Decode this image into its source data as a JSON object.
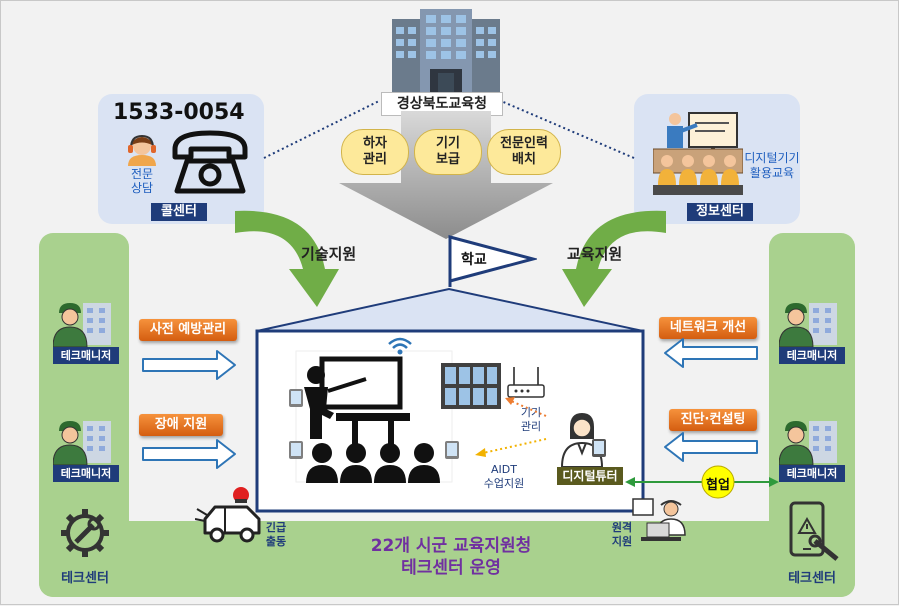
{
  "office": {
    "name": "경상북도교육청"
  },
  "pills": [
    {
      "line1": "하자",
      "line2": "관리"
    },
    {
      "line1": "기기",
      "line2": "보급"
    },
    {
      "line1": "전문인력",
      "line2": "배치"
    }
  ],
  "call_center": {
    "phone": "1533-0054",
    "consult_line1": "전문",
    "consult_line2": "상담",
    "label": "콜센터"
  },
  "info_center": {
    "edu_line1": "디지털기기",
    "edu_line2": "활용교육",
    "label": "정보센터"
  },
  "flows": {
    "tech_support": "기술지원",
    "edu_support": "교육지원"
  },
  "school": {
    "flag": "학교"
  },
  "left_actions": {
    "prevention": "사전 예방관리",
    "fault": "장애 지원"
  },
  "right_actions": {
    "network": "네트워크 개선",
    "consulting": "진단·컨설팅"
  },
  "tech_manager": {
    "label": "테크매니저"
  },
  "tech_center": {
    "label": "테크센터"
  },
  "classroom": {
    "device_mgmt_line1": "기기",
    "device_mgmt_line2": "관리",
    "aidt_line1": "AIDT",
    "aidt_line2": "수업지원",
    "tutor": "디지털튜터"
  },
  "collaboration": "협업",
  "emergency": {
    "line1": "긴급",
    "line2": "출동"
  },
  "remote": {
    "line1": "원격",
    "line2": "지원"
  },
  "bottom": {
    "line1": "22개 시군 교육지원청",
    "line2": "테크센터 운영"
  },
  "colors": {
    "green": "#a9d18e",
    "navy": "#1f3c7a",
    "orange": "#ed7d31",
    "light_blue": "#dae3f3",
    "yellow": "#ffff00",
    "olive": "#5a5a1e",
    "purple": "#7030a0"
  }
}
